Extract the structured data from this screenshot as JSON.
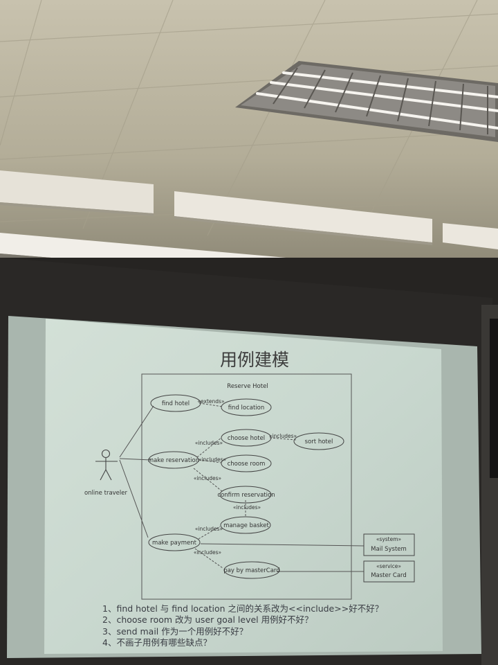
{
  "slide": {
    "title": "用例建模",
    "system_boundary_label": "Reserve Hotel",
    "actor_label": "online traveler",
    "use_cases": [
      "find hotel",
      "find location",
      "make reservation",
      "choose hotel",
      "sort hotel",
      "choose room",
      "confirm reservation",
      "manage basket",
      "make payment",
      "pay by masterCard"
    ],
    "relations": [
      "«extends»",
      "«includes»",
      "«includes»",
      "«includes»",
      "«includes»",
      "«includes»",
      "«includes»",
      "«includes»"
    ],
    "external_systems": [
      {
        "stereotype": "«system»",
        "name": "Mail System"
      },
      {
        "stereotype": "«service»",
        "name": "Master Card"
      }
    ],
    "questions": [
      "1、find hotel 与 find location 之间的关系改为<<include>>好不好？",
      "2、choose room 改为 user goal level 用例好不好？",
      "3、send mail 作为一个用例好不好？",
      "4、不画子用例有哪些缺点？"
    ]
  },
  "colors": {
    "screen": "#c9d8cf",
    "ceiling": "#b9b39f",
    "wall_dark": "#262422"
  }
}
